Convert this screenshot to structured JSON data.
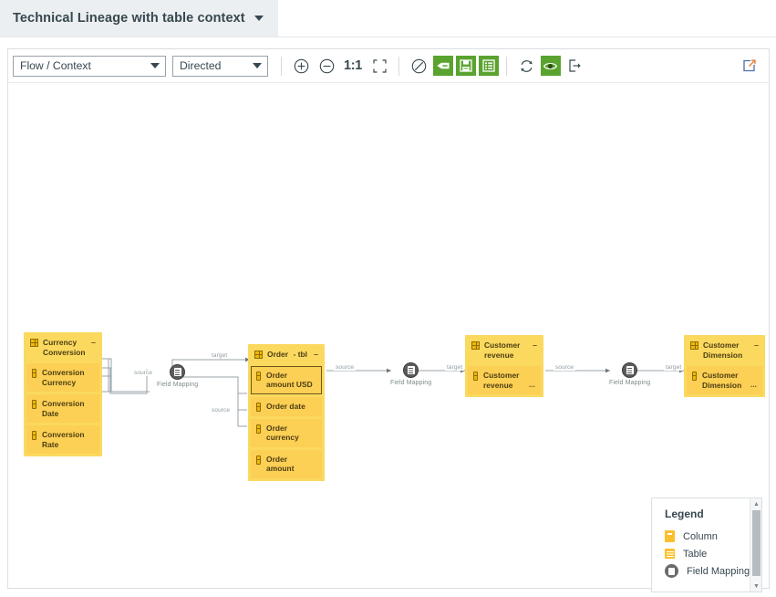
{
  "header": {
    "tab_label": "Technical Lineage with table context",
    "caret_icon": "chevron-down-icon"
  },
  "toolbar": {
    "flow_select": {
      "value": "Flow / Context",
      "icon": "chevron-down-icon"
    },
    "direction_select": {
      "value": "Directed",
      "icon": "chevron-down-icon"
    },
    "zoom_in": "zoom-in-icon",
    "zoom_out": "zoom-out-icon",
    "zoom_ratio": "1:1",
    "fit_screen": "fit-to-screen-icon",
    "no_entry": "disable-icon",
    "label_toggle": "tag-icon",
    "save_layout": "save-layout-icon",
    "list_view": "list-view-icon",
    "refresh": "refresh-icon",
    "visibility": "eye-icon",
    "export": "export-icon",
    "open_new_window": "open-external-icon",
    "accent_green": "#5aa32e"
  },
  "graph": {
    "nodes": [
      {
        "id": "currency-conversion",
        "type": "table",
        "title": "Currency Conversion",
        "subtitle": "",
        "collapse_glyph": "–",
        "columns": [
          {
            "label": "Conversion Currency",
            "selected": false,
            "ellipsis": ""
          },
          {
            "label": "Conversion Date",
            "selected": false,
            "ellipsis": ""
          },
          {
            "label": "Conversion Rate",
            "selected": false,
            "ellipsis": ""
          }
        ]
      },
      {
        "id": "order",
        "type": "table",
        "title": "Order",
        "subtitle": "- tbl",
        "collapse_glyph": "–",
        "columns": [
          {
            "label": "Order amount USD",
            "selected": true,
            "ellipsis": ""
          },
          {
            "label": "Order date",
            "selected": false,
            "ellipsis": ""
          },
          {
            "label": "Order currency",
            "selected": false,
            "ellipsis": ""
          },
          {
            "label": "Order amount",
            "selected": false,
            "ellipsis": ""
          }
        ]
      },
      {
        "id": "customer-revenue",
        "type": "table",
        "title": "Customer revenue",
        "subtitle": "",
        "collapse_glyph": "–",
        "columns": [
          {
            "label": "Customer revenue",
            "selected": false,
            "ellipsis": "..."
          }
        ]
      },
      {
        "id": "customer-dimension",
        "type": "table",
        "title": "Customer Dimension",
        "subtitle": "",
        "collapse_glyph": "–",
        "columns": [
          {
            "label": "Customer Dimension",
            "selected": false,
            "ellipsis": "..."
          }
        ]
      }
    ],
    "field_mappings": [
      {
        "id": "fm-1",
        "label": "Field Mapping"
      },
      {
        "id": "fm-2",
        "label": "Field Mapping"
      },
      {
        "id": "fm-3",
        "label": "Field Mapping"
      }
    ],
    "edge_labels": {
      "source_1": "source",
      "target_1": "target",
      "source_2": "source",
      "source_3": "source",
      "target_3": "target",
      "source_4": "source",
      "target_4": "target"
    },
    "colors": {
      "table_header": "#fbd95f",
      "column_fill": "#fccf55",
      "selected_border": "#6b5613",
      "edge": "#9aa3a9",
      "field_mapping": "#5c5c5c"
    }
  },
  "legend": {
    "title": "Legend",
    "items": [
      {
        "icon": "column-icon",
        "label": "Column"
      },
      {
        "icon": "table-icon",
        "label": "Table"
      },
      {
        "icon": "field-mapping-icon",
        "label": "Field Mapping"
      }
    ],
    "scroll_up_icon": "chevron-up-icon",
    "scroll_down_icon": "chevron-down-icon"
  }
}
